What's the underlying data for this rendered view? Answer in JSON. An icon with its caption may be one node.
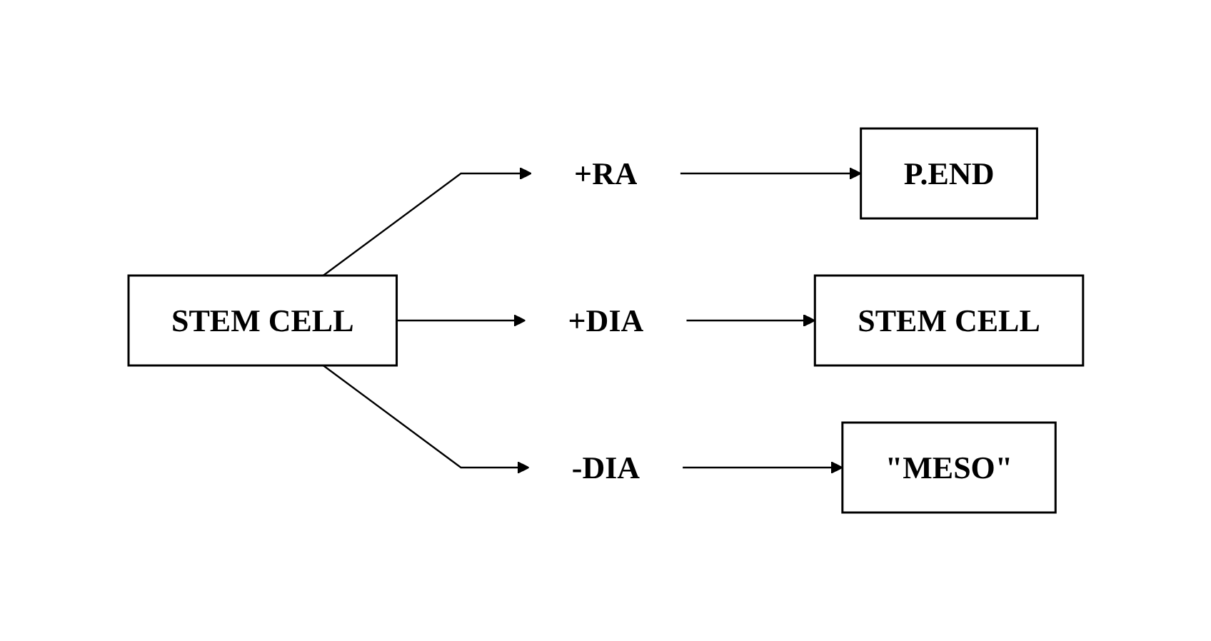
{
  "diagram": {
    "nodes": [
      {
        "text": [
          "STEM CELL"
        ]
      },
      {
        "text": [
          "+RA"
        ]
      },
      {
        "text": [
          "+DIA"
        ]
      },
      {
        "text": [
          "-DIA"
        ]
      },
      {
        "text": [
          "P.END"
        ]
      },
      {
        "text": [
          "STEM CELL"
        ]
      },
      {
        "text": [
          "\"MESO\""
        ]
      }
    ],
    "edges": [
      {
        "from": 0,
        "to": 1,
        "arrow": "to"
      },
      {
        "from": 0,
        "to": 2,
        "arrow": "to"
      },
      {
        "from": 0,
        "to": 3,
        "arrow": "to"
      },
      {
        "from": 1,
        "to": 4,
        "arrow": "to"
      },
      {
        "from": 2,
        "to": 5,
        "arrow": "to"
      },
      {
        "from": 3,
        "to": 6,
        "arrow": "to"
      }
    ]
  }
}
